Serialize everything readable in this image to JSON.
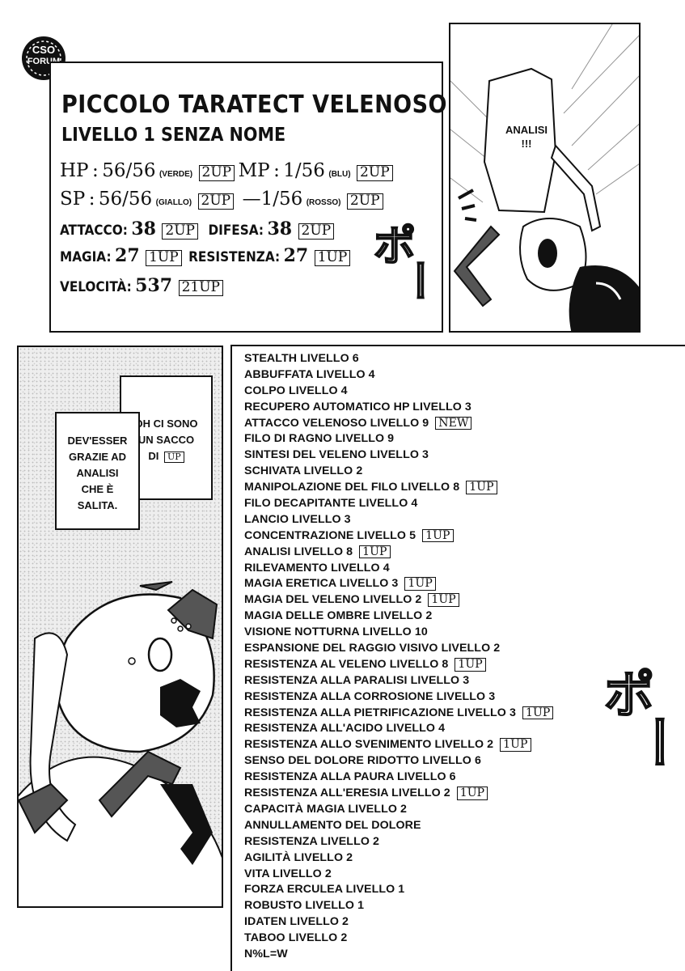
{
  "logo": {
    "line1": "CSO",
    "line2": "FORUM"
  },
  "stats": {
    "title": "PICCOLO TARATECT VELENOSO",
    "subtitle": "LIVELLO 1 SENZA NOME",
    "hp": {
      "label": "HP",
      "sep": ":",
      "value": "56/56",
      "color": "(VERDE)",
      "up": "2UP"
    },
    "mp": {
      "label": "MP",
      "sep": ":",
      "value": "1/56",
      "color": "(BLU)",
      "up": "2UP"
    },
    "sp": {
      "label": "SP",
      "sep": ":",
      "value": "56/56",
      "color": "(GIALLO)",
      "up": "2UP"
    },
    "sp2": {
      "value": "—1/56",
      "color": "(ROSSO)",
      "up": "2UP"
    },
    "attacco": {
      "label": "ATTACCO:",
      "value": "38",
      "up": "2UP"
    },
    "difesa": {
      "label": "DIFESA:",
      "value": "38",
      "up": "2UP"
    },
    "magia": {
      "label": "MAGIA:",
      "value": "27",
      "up": "1UP"
    },
    "resistenza": {
      "label": "RESISTENZA:",
      "value": "27",
      "up": "1UP"
    },
    "velocita": {
      "label": "VELOCITÀ:",
      "value": "537",
      "up": "21UP"
    }
  },
  "panel_top_right": {
    "bubble": "ANALISI\n!!!"
  },
  "bubbles": {
    "left": "DEV'ESSER\nGRAZIE AD\nANALISI\nCHE È\nSALITA.",
    "right_line1": "OH CI SONO",
    "right_line2": "UN SACCO",
    "right_line3": "DI",
    "right_up": "UP"
  },
  "sfx": {
    "top": "ポ",
    "top_dash": "ー",
    "right": "ポ",
    "right_dash": "ー"
  },
  "skills": [
    {
      "text": "STEALTH LIVELLO 6"
    },
    {
      "text": "ABBUFFATA LIVELLO 4"
    },
    {
      "text": "COLPO LIVELLO 4"
    },
    {
      "text": "RECUPERO AUTOMATICO HP LIVELLO 3"
    },
    {
      "text": "ATTACCO VELENOSO LIVELLO 9",
      "tag": "NEW"
    },
    {
      "text": "FILO DI RAGNO LIVELLO 9"
    },
    {
      "text": "SINTESI DEL VELENO LIVELLO 3"
    },
    {
      "text": "SCHIVATA LIVELLO 2"
    },
    {
      "text": "MANIPOLAZIONE DEL FILO LIVELLO 8",
      "tag": "1UP"
    },
    {
      "text": "FILO DECAPITANTE LIVELLO 4"
    },
    {
      "text": "LANCIO LIVELLO 3"
    },
    {
      "text": "CONCENTRAZIONE LIVELLO 5",
      "tag": "1UP"
    },
    {
      "text": "ANALISI LIVELLO 8",
      "tag": "1UP"
    },
    {
      "text": "RILEVAMENTO LIVELLO 4"
    },
    {
      "text": "MAGIA ERETICA LIVELLO 3",
      "tag": "1UP"
    },
    {
      "text": "MAGIA DEL VELENO LIVELLO 2",
      "tag": "1UP"
    },
    {
      "text": "MAGIA DELLE OMBRE LIVELLO 2"
    },
    {
      "text": "VISIONE NOTTURNA LIVELLO 10"
    },
    {
      "text": "ESPANSIONE DEL RAGGIO VISIVO LIVELLO 2"
    },
    {
      "text": "RESISTENZA AL VELENO LIVELLO 8",
      "tag": "1UP"
    },
    {
      "text": "RESISTENZA ALLA PARALISI LIVELLO 3"
    },
    {
      "text": "RESISTENZA ALLA CORROSIONE LIVELLO 3"
    },
    {
      "text": "RESISTENZA ALLA PIETRIFICAZIONE LIVELLO 3",
      "tag": "1UP"
    },
    {
      "text": "RESISTENZA ALL'ACIDO LIVELLO 4"
    },
    {
      "text": "RESISTENZA ALLO SVENIMENTO LIVELLO 2",
      "tag": "1UP"
    },
    {
      "text": "SENSO DEL DOLORE RIDOTTO LIVELLO 6"
    },
    {
      "text": "RESISTENZA ALLA PAURA LIVELLO 6"
    },
    {
      "text": "RESISTENZA ALL'ERESIA LIVELLO 2",
      "tag": "1UP"
    },
    {
      "text": "CAPACITÀ MAGIA LIVELLO 2"
    },
    {
      "text": "ANNULLAMENTO DEL DOLORE"
    },
    {
      "text": "RESISTENZA LIVELLO 2"
    },
    {
      "text": "AGILITÀ LIVELLO 2"
    },
    {
      "text": "VITA LIVELLO 2"
    },
    {
      "text": "FORZA ERCULEA LIVELLO 1"
    },
    {
      "text": "ROBUSTO LIVELLO 1"
    },
    {
      "text": "IDATEN LIVELLO 2"
    },
    {
      "text": "TABOO LIVELLO 2"
    },
    {
      "text": "N%L=W"
    }
  ]
}
